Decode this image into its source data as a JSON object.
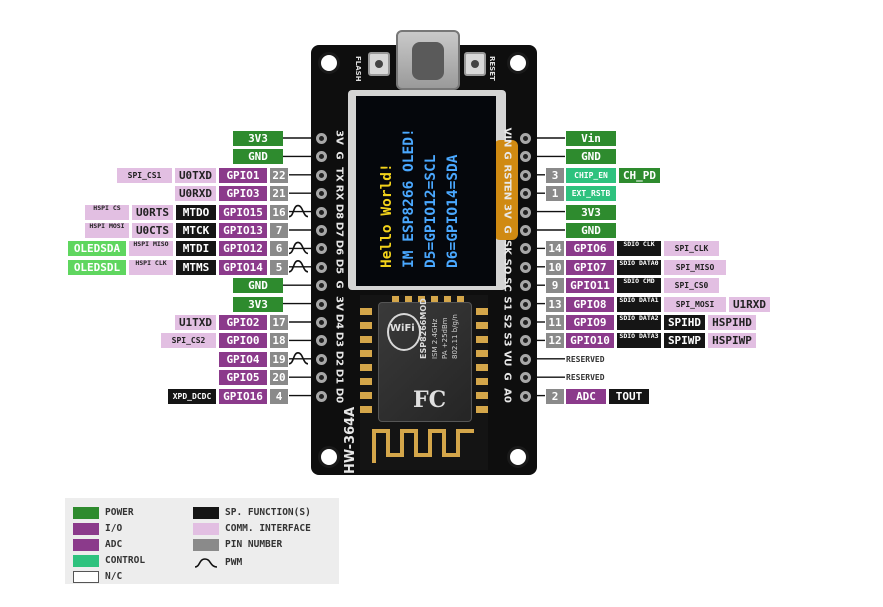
{
  "board": {
    "model": "HW-364A",
    "flash_label": "FLASH",
    "reset_label": "RESET",
    "oled_lines": [
      {
        "text": "Hello World!",
        "color": "#f2d21b"
      },
      {
        "text": "IM ESP8266 OLED!",
        "color": "#4aa8ff"
      },
      {
        "text": "D5=GPIO12=SCL",
        "color": "#4aa8ff"
      },
      {
        "text": "D6=GPIO14=SDA",
        "color": "#4aa8ff"
      }
    ],
    "module": {
      "wifi": "WiFi",
      "name": "ESP8266MOD",
      "lines": [
        "ISM 2.4GHz",
        "PA +25dBm",
        "802.11 b/g/n"
      ],
      "fc": "FC"
    },
    "left_silk": [
      "3V",
      "G",
      "TX",
      "RX",
      "D8",
      "D7",
      "D6",
      "D5",
      "G",
      "3V",
      "D4",
      "D3",
      "D2",
      "D1",
      "D0"
    ],
    "right_silk": [
      "VIN",
      "G",
      "RST",
      "EN",
      "3V",
      "G",
      "SK",
      "SO",
      "SC",
      "S1",
      "S2",
      "S3",
      "VU",
      "G",
      "A0"
    ]
  },
  "left_rows": [
    {
      "labels": [
        {
          "text": "3V3",
          "kind": "pwr"
        }
      ]
    },
    {
      "labels": [
        {
          "text": "GND",
          "kind": "pwr"
        }
      ]
    },
    {
      "labels": [
        {
          "text": "SPI_CS1",
          "kind": "comm"
        },
        {
          "text": "U0TXD",
          "kind": "comm"
        },
        {
          "text": "GPIO1",
          "kind": "io"
        },
        {
          "text": "22",
          "kind": "pinno"
        }
      ]
    },
    {
      "labels": [
        {
          "text": "U0RXD",
          "kind": "comm"
        },
        {
          "text": "GPIO3",
          "kind": "io"
        },
        {
          "text": "21",
          "kind": "pinno"
        }
      ]
    },
    {
      "labels": [
        {
          "text": "HSPI CS",
          "kind": "comm"
        },
        {
          "text": "U0RTS",
          "kind": "comm"
        },
        {
          "text": "MTDO",
          "kind": "sp"
        },
        {
          "text": "GPIO15",
          "kind": "io"
        },
        {
          "text": "16",
          "kind": "pinno"
        }
      ],
      "pwm": true
    },
    {
      "labels": [
        {
          "text": "HSPI MOSI",
          "kind": "comm"
        },
        {
          "text": "U0CTS",
          "kind": "comm"
        },
        {
          "text": "MTCK",
          "kind": "sp"
        },
        {
          "text": "GPIO13",
          "kind": "io"
        },
        {
          "text": "7",
          "kind": "pinno"
        }
      ]
    },
    {
      "labels": [
        {
          "text": "OLEDSDA",
          "kind": "oled"
        },
        {
          "text": "HSPI MISO",
          "kind": "comm"
        },
        {
          "text": "MTDI",
          "kind": "sp"
        },
        {
          "text": "GPIO12",
          "kind": "io"
        },
        {
          "text": "6",
          "kind": "pinno"
        }
      ],
      "pwm": true
    },
    {
      "labels": [
        {
          "text": "OLEDSDL",
          "kind": "oled"
        },
        {
          "text": "HSPI CLK",
          "kind": "comm"
        },
        {
          "text": "MTMS",
          "kind": "sp"
        },
        {
          "text": "GPIO14",
          "kind": "io"
        },
        {
          "text": "5",
          "kind": "pinno"
        }
      ],
      "pwm": true
    },
    {
      "labels": [
        {
          "text": "GND",
          "kind": "pwr"
        }
      ]
    },
    {
      "labels": [
        {
          "text": "3V3",
          "kind": "pwr"
        }
      ]
    },
    {
      "labels": [
        {
          "text": "U1TXD",
          "kind": "comm"
        },
        {
          "text": "GPIO2",
          "kind": "io"
        },
        {
          "text": "17",
          "kind": "pinno"
        }
      ]
    },
    {
      "labels": [
        {
          "text": "SPI_CS2",
          "kind": "comm"
        },
        {
          "text": "GPIO0",
          "kind": "io"
        },
        {
          "text": "18",
          "kind": "pinno"
        }
      ]
    },
    {
      "labels": [
        {
          "text": "GPIO4",
          "kind": "io"
        },
        {
          "text": "19",
          "kind": "pinno"
        }
      ],
      "pwm": true
    },
    {
      "labels": [
        {
          "text": "GPIO5",
          "kind": "io"
        },
        {
          "text": "20",
          "kind": "pinno"
        }
      ]
    },
    {
      "labels": [
        {
          "text": "XPD_DCDC",
          "kind": "sp"
        },
        {
          "text": "GPIO16",
          "kind": "io"
        },
        {
          "text": "4",
          "kind": "pinno"
        }
      ]
    }
  ],
  "right_rows": [
    {
      "labels": [
        {
          "text": "Vin",
          "kind": "pwr"
        }
      ]
    },
    {
      "labels": [
        {
          "text": "GND",
          "kind": "pwr"
        }
      ]
    },
    {
      "labels": [
        {
          "text": "3",
          "kind": "pinno"
        },
        {
          "text": "CHIP_EN",
          "kind": "ctl"
        },
        {
          "text": "CH_PD",
          "kind": "chpd"
        }
      ]
    },
    {
      "labels": [
        {
          "text": "1",
          "kind": "pinno"
        },
        {
          "text": "EXT_RSTB",
          "kind": "ctl"
        }
      ]
    },
    {
      "labels": [
        {
          "text": "3V3",
          "kind": "pwr"
        }
      ]
    },
    {
      "labels": [
        {
          "text": "GND",
          "kind": "pwr"
        }
      ]
    },
    {
      "labels": [
        {
          "text": "14",
          "kind": "pinno"
        },
        {
          "text": "GPIO6",
          "kind": "io"
        },
        {
          "text": "SDIO CLK",
          "kind": "sp"
        },
        {
          "text": "SPI_CLK",
          "kind": "comm"
        }
      ]
    },
    {
      "labels": [
        {
          "text": "10",
          "kind": "pinno"
        },
        {
          "text": "GPIO7",
          "kind": "io"
        },
        {
          "text": "SDIO DATA0",
          "kind": "sp"
        },
        {
          "text": "SPI_MISO",
          "kind": "comm"
        }
      ]
    },
    {
      "labels": [
        {
          "text": "9",
          "kind": "pinno"
        },
        {
          "text": "GPIO11",
          "kind": "io"
        },
        {
          "text": "SDIO CMD",
          "kind": "sp"
        },
        {
          "text": "SPI_CS0",
          "kind": "comm"
        }
      ]
    },
    {
      "labels": [
        {
          "text": "13",
          "kind": "pinno"
        },
        {
          "text": "GPIO8",
          "kind": "io"
        },
        {
          "text": "SDIO DATA1",
          "kind": "sp"
        },
        {
          "text": "SPI_MOSI",
          "kind": "comm"
        },
        {
          "text": "U1RXD",
          "kind": "comm"
        }
      ]
    },
    {
      "labels": [
        {
          "text": "11",
          "kind": "pinno"
        },
        {
          "text": "GPIO9",
          "kind": "io"
        },
        {
          "text": "SDIO DATA2",
          "kind": "sp"
        },
        {
          "text": "SPIHD",
          "kind": "sp"
        },
        {
          "text": "HSPIHD",
          "kind": "comm"
        }
      ]
    },
    {
      "labels": [
        {
          "text": "12",
          "kind": "pinno"
        },
        {
          "text": "GPIO10",
          "kind": "io"
        },
        {
          "text": "SDIO DATA3",
          "kind": "sp"
        },
        {
          "text": "SPIWP",
          "kind": "sp"
        },
        {
          "text": "HSPIWP",
          "kind": "comm"
        }
      ]
    },
    {
      "labels": [
        {
          "text": "RESERVED",
          "kind": "plain"
        }
      ]
    },
    {
      "labels": [
        {
          "text": "RESERVED",
          "kind": "plain"
        }
      ]
    },
    {
      "labels": [
        {
          "text": "2",
          "kind": "pinno"
        },
        {
          "text": "ADC",
          "kind": "adc"
        },
        {
          "text": "TOUT",
          "kind": "sp"
        }
      ]
    }
  ],
  "legend": [
    {
      "label": "POWER",
      "kind": "pwr"
    },
    {
      "label": "I/O",
      "kind": "io"
    },
    {
      "label": "ADC",
      "kind": "adc"
    },
    {
      "label": "CONTROL",
      "kind": "ctl"
    },
    {
      "label": "N/C",
      "kind": "nc"
    },
    {
      "label": "SP. FUNCTION(S)",
      "kind": "sp"
    },
    {
      "label": "COMM. INTERFACE",
      "kind": "comm"
    },
    {
      "label": "PIN NUMBER",
      "kind": "pinno"
    },
    {
      "label": "PWM",
      "kind": "pwm"
    }
  ],
  "colors": {
    "pwr": "#2e8b2e",
    "io": "#8b3a8b",
    "adc": "#8b3a8b",
    "ctl": "#2ec27e",
    "sp": "#151515",
    "comm": "#e2bfe2",
    "pinno": "#8a8a8a",
    "nc": "#ffffff",
    "oled": "#5fd65f",
    "board": "#0e0e0e"
  }
}
